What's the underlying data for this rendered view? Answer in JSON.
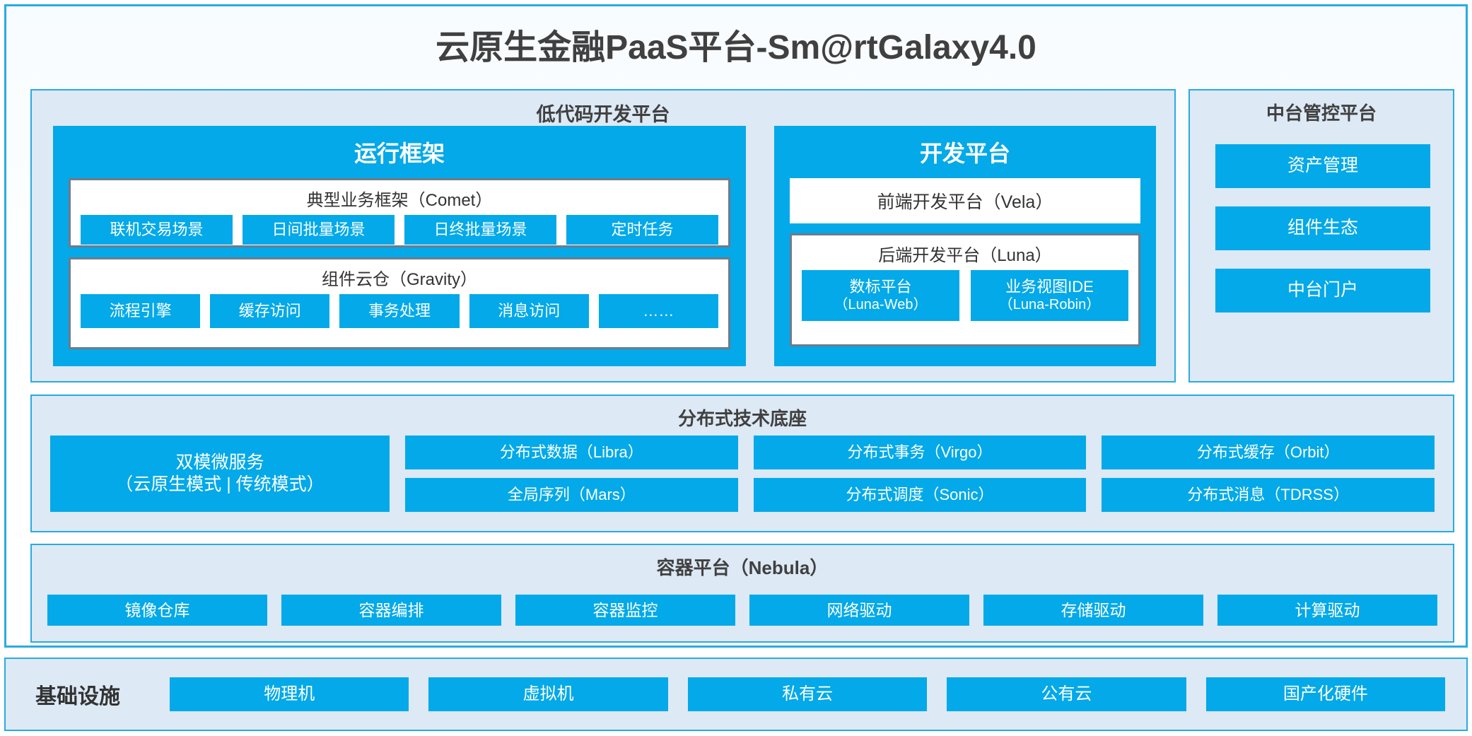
{
  "title": "云原生金融PaaS平台-Sm@rtGalaxy4.0",
  "colors": {
    "accent_blue": "#03a9e8",
    "panel_bg": "#dde9f5",
    "panel_border": "#29abe2",
    "box_border_gray": "#6e7b8b",
    "text_dark": "#404040"
  },
  "lowcode": {
    "title": "低代码开发平台",
    "runtime": {
      "title": "运行框架",
      "comet": {
        "title": "典型业务框架（Comet）",
        "items": [
          "联机交易场景",
          "日间批量场景",
          "日终批量场景",
          "定时任务"
        ]
      },
      "gravity": {
        "title": "组件云仓（Gravity）",
        "items": [
          "流程引擎",
          "缓存访问",
          "事务处理",
          "消息访问",
          "……"
        ]
      }
    },
    "devplatform": {
      "title": "开发平台",
      "frontend": "前端开发平台（Vela）",
      "backend": {
        "title": "后端开发平台（Luna）",
        "items": [
          {
            "name": "数标平台",
            "code": "（Luna-Web）"
          },
          {
            "name": "业务视图IDE",
            "code": "（Luna-Robin）"
          }
        ]
      }
    }
  },
  "midend": {
    "title": "中台管控平台",
    "items": [
      "资产管理",
      "组件生态",
      "中台门户"
    ]
  },
  "distributed": {
    "title": "分布式技术底座",
    "microservice": {
      "line1": "双模微服务",
      "line2": "（云原生模式 | 传统模式）"
    },
    "columns": [
      [
        "分布式数据（Libra）",
        "全局序列（Mars）"
      ],
      [
        "分布式事务（Virgo）",
        "分布式调度（Sonic）"
      ],
      [
        "分布式缓存（Orbit）",
        "分布式消息（TDRSS）"
      ]
    ]
  },
  "container": {
    "title": "容器平台（Nebula）",
    "items": [
      "镜像仓库",
      "容器编排",
      "容器监控",
      "网络驱动",
      "存储驱动",
      "计算驱动"
    ]
  },
  "infrastructure": {
    "label": "基础设施",
    "items": [
      "物理机",
      "虚拟机",
      "私有云",
      "公有云",
      "国产化硬件"
    ]
  }
}
